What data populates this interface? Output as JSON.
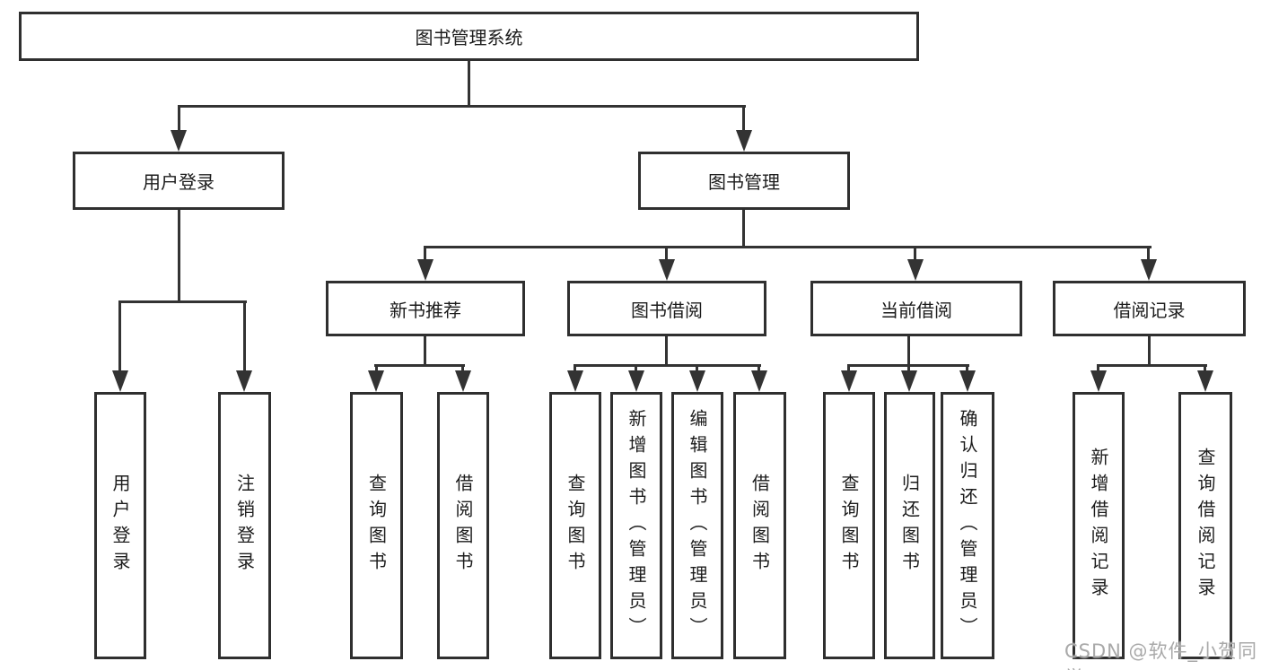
{
  "diagram_title": "图书管理系统",
  "nodes": {
    "root": "图书管理系统",
    "userLogin": "用户登录",
    "bookMgmt": "图书管理",
    "newBooks": "新书推荐",
    "bookBorrow": "图书借阅",
    "currentBorrow": "当前借阅",
    "borrowRecords": "借阅记录",
    "leafUserLogin": "用户登录",
    "leafLogout": "注销登录",
    "leafNbQuery": "查询图书",
    "leafNbBorrow": "借阅图书",
    "leafBbQuery": "查询图书",
    "leafBbAdd": "新增图书（管理员）",
    "leafBbEdit": "编辑图书（管理员）",
    "leafBbBorrow": "借阅图书",
    "leafCbQuery": "查询图书",
    "leafCbReturn": "归还图书",
    "leafCbConfirm": "确认归还（管理员）",
    "leafBrAdd": "新增借阅记录",
    "leafBrQuery": "查询借阅记录"
  },
  "hierarchy": {
    "图书管理系统": [
      "用户登录",
      "图书管理"
    ],
    "用户登录": [
      "用户登录",
      "注销登录"
    ],
    "图书管理": [
      "新书推荐",
      "图书借阅",
      "当前借阅",
      "借阅记录"
    ],
    "新书推荐": [
      "查询图书",
      "借阅图书"
    ],
    "图书借阅": [
      "查询图书",
      "新增图书（管理员）",
      "编辑图书（管理员）",
      "借阅图书"
    ],
    "当前借阅": [
      "查询图书",
      "归还图书",
      "确认归还（管理员）"
    ],
    "借阅记录": [
      "新增借阅记录",
      "查询借阅记录"
    ]
  },
  "watermark": "CSDN @软件_小贺同学",
  "colors": {
    "line": "#333333",
    "box_border": "#2f2f2f",
    "text": "#1c1c1c",
    "watermark": "#a9a9a9",
    "background": "#ffffff"
  }
}
